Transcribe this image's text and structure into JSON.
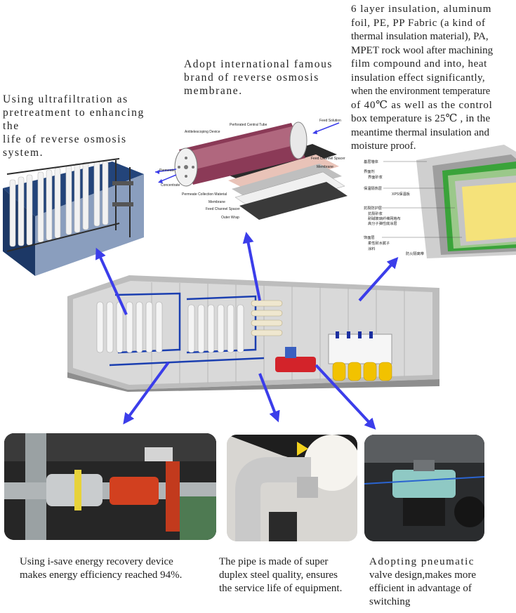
{
  "captions": {
    "uf": [
      "Using ultrafiltration as",
      "pretreatment to enhancing the",
      "life of reverse osmosis system."
    ],
    "ro": [
      "Adopt international famous",
      "brand of reverse osmosis",
      "membrane."
    ],
    "insulation": [
      "6 layer insulation, aluminum",
      "foil, PE, PP Fabric (a kind of",
      "thermal insulation material), PA,",
      "MPET rock wool after machining",
      "film compound and into, heat",
      "insulation effect significantly,",
      "when the environment temperature",
      "of 40℃ as well as the control",
      "box temperature is 25℃ , in the",
      "meantime thermal insulation and",
      "moisture proof."
    ],
    "energy": [
      "Using i-save energy recovery device",
      "makes energy efficiency reached 94%."
    ],
    "pipe": [
      "The pipe is made of super",
      "duplex steel quality, ensures",
      "the service life of equipment."
    ],
    "valve": [
      "Adopting pneumatic",
      "valve design,makes more",
      "efficient in advantage of",
      "switching"
    ]
  },
  "membrane_labels": {
    "antitelescoping": "Antitelescoping Device",
    "control_tube": "Perforated Central Tube",
    "feed_solution": "Feed Solution",
    "feed_spacer_top": "Feed Channel Spacer",
    "membrane_top": "Membrane",
    "permeate": "Permeate",
    "concentrate": "Concentrate",
    "permeate_collection": "Permeate Collection Material",
    "membrane_bottom": "Membrane",
    "feed_spacer_bottom": "Feed Channel Spacer",
    "outer_wrap": "Outer Wrap"
  },
  "insulation_labels": [
    "基层墙体",
    "界面剂",
    "界面砂浆",
    "保温隔热层",
    "XPS保温板",
    "抗裂防护层",
    "抗裂砂浆",
    "耐碱玻璃纤维网格布",
    "高分子弹性底涂层",
    "饰面层",
    "柔性耐水腻子",
    "涂料",
    "防火隔离带"
  ],
  "colors": {
    "arrow": "#3b3dea",
    "container": "#c9c9c9",
    "insulation_green": "#3aa33a",
    "insulation_yellow": "#f5e27a"
  }
}
